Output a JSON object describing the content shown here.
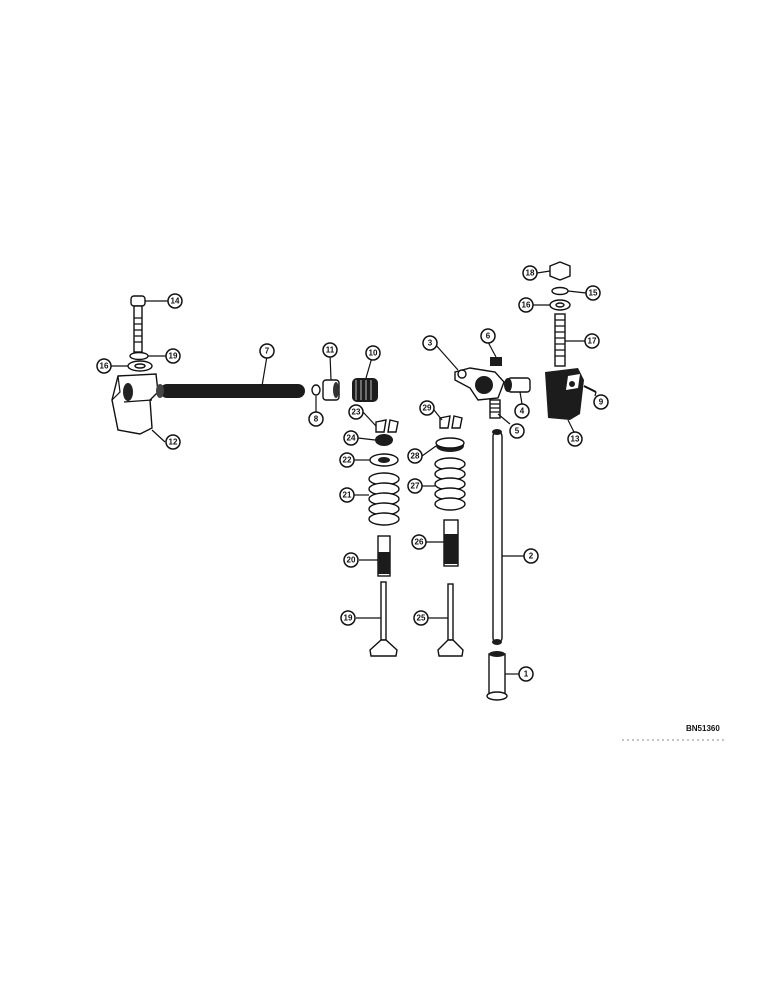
{
  "diagram_code": "BN51360",
  "callouts": [
    {
      "label": "1"
    },
    {
      "label": "2"
    },
    {
      "label": "3"
    },
    {
      "label": "4"
    },
    {
      "label": "5"
    },
    {
      "label": "6"
    },
    {
      "label": "7"
    },
    {
      "label": "8"
    },
    {
      "label": "9"
    },
    {
      "label": "10"
    },
    {
      "label": "11"
    },
    {
      "label": "12"
    },
    {
      "label": "13"
    },
    {
      "label": "14"
    },
    {
      "label": "15"
    },
    {
      "label": "16"
    },
    {
      "label": "16"
    },
    {
      "label": "17"
    },
    {
      "label": "18"
    },
    {
      "label": "19"
    },
    {
      "label": "19"
    },
    {
      "label": "20"
    },
    {
      "label": "21"
    },
    {
      "label": "22"
    },
    {
      "label": "23"
    },
    {
      "label": "24"
    },
    {
      "label": "25"
    },
    {
      "label": "26"
    },
    {
      "label": "27"
    },
    {
      "label": "28"
    },
    {
      "label": "29"
    }
  ]
}
